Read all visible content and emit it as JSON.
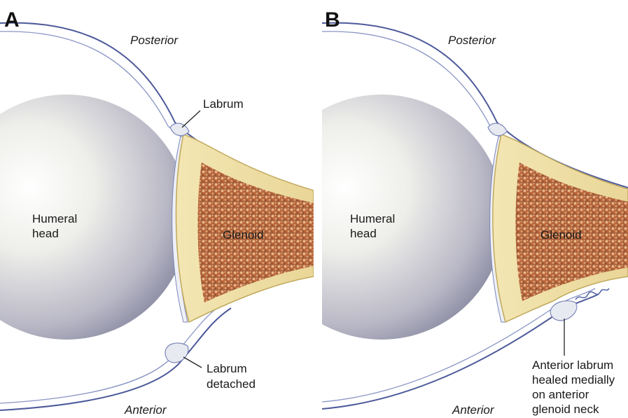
{
  "panels": [
    {
      "letter": "A",
      "posterior": "Posterior",
      "anterior": "Anterior",
      "humeral_line1": "Humeral",
      "humeral_line2": "head",
      "glenoid": "Glenoid",
      "label_top": "Labrum",
      "label_bottom_lines": [
        "Labrum",
        "detached"
      ]
    },
    {
      "letter": "B",
      "posterior": "Posterior",
      "anterior": "Anterior",
      "humeral_line1": "Humeral",
      "humeral_line2": "head",
      "glenoid": "Glenoid",
      "label_bottom_lines": [
        "Anterior labrum",
        "healed medially",
        "on anterior",
        "glenoid neck"
      ]
    }
  ],
  "colors": {
    "bone": "#efe0a6",
    "bone_edge": "#c9b46a",
    "marrow": "#b8643a",
    "capsule": "#5a6aa8",
    "labrum": "#e6e8ef",
    "humeral_head_light": "#f7f6f2",
    "humeral_head_dark": "#8f8fa6"
  }
}
